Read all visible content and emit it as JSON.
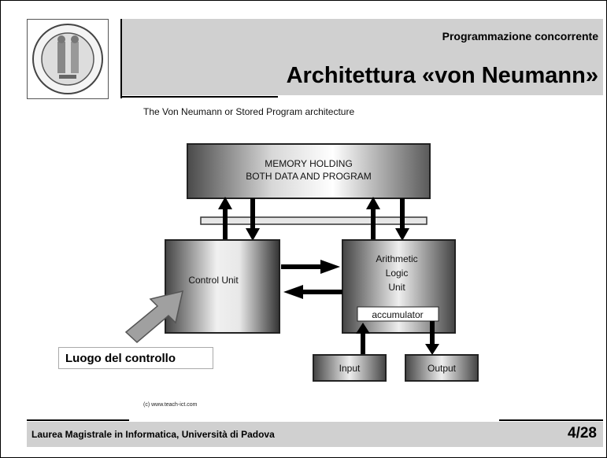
{
  "header": {
    "course": "Programmazione concorrente",
    "title": "Architettura «von Neumann»"
  },
  "diagram": {
    "caption": "The Von Neumann or Stored Program architecture",
    "memory_line1": "MEMORY HOLDING",
    "memory_line2": "BOTH DATA AND PROGRAM",
    "control_unit": "Control Unit",
    "alu_line1": "Arithmetic",
    "alu_line2": "Logic",
    "alu_line3": "Unit",
    "accumulator": "accumulator",
    "input": "Input",
    "output": "Output",
    "copyright": "(c) www.teach-ict.com",
    "annotation": "Luogo del controllo"
  },
  "footer": {
    "text": "Laurea Magistrale in Informatica, Università di Padova",
    "page": "4/28"
  }
}
